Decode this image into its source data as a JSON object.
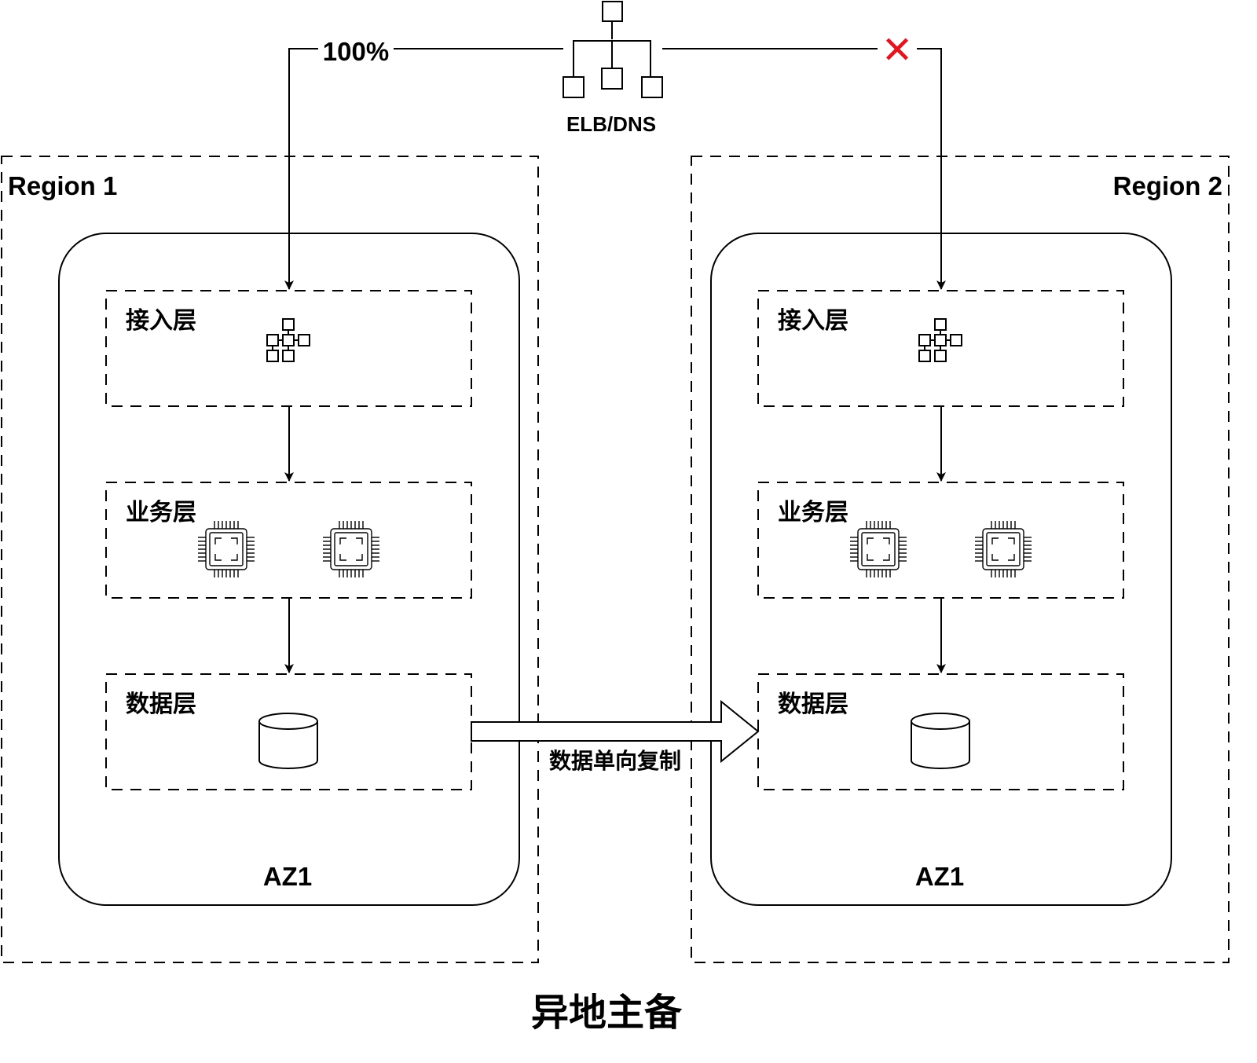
{
  "title": "异地主备",
  "elb": {
    "label": "ELB/DNS",
    "left_traffic": "100%",
    "right_status": "✕"
  },
  "replication_label": "数据单向复制",
  "regions": [
    {
      "name": "Region 1",
      "az": "AZ1",
      "layers": {
        "access": "接入层",
        "business": "业务层",
        "data": "数据层"
      }
    },
    {
      "name": "Region 2",
      "az": "AZ1",
      "layers": {
        "access": "接入层",
        "business": "业务层",
        "data": "数据层"
      }
    }
  ],
  "colors": {
    "line": "#000000",
    "blocked": "#e8121d",
    "background": "#ffffff"
  },
  "icons": {
    "load_balancer": "load-balancer-icon",
    "gateway": "gateway-icon",
    "cpu": "cpu-chip-icon",
    "database": "database-cylinder-icon"
  }
}
